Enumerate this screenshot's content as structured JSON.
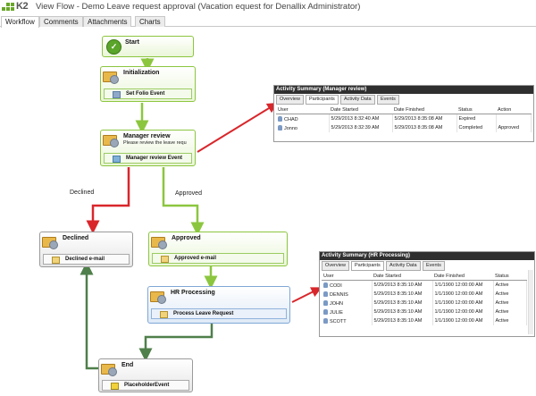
{
  "window": {
    "logo_text": "K2",
    "title": "View Flow - Demo Leave request approval (Vacation equest for Denallix Administrator)"
  },
  "tabs": [
    {
      "label": "Workflow",
      "active": true
    },
    {
      "label": "Comments",
      "active": false
    },
    {
      "label": "Attachments",
      "active": false
    },
    {
      "label": "Charts",
      "active": false
    }
  ],
  "nodes": {
    "start": {
      "title": "Start"
    },
    "initialization": {
      "title": "Initialization",
      "event": "Set Folio Event"
    },
    "manager_review": {
      "title": "Manager review",
      "subtitle": "Please review the leave requ",
      "event": "Manager review Event"
    },
    "declined": {
      "title": "Declined",
      "event": "Declined e-mail"
    },
    "approved": {
      "title": "Approved",
      "event": "Approved e-mail"
    },
    "hr_processing": {
      "title": "HR Processing",
      "event": "Process Leave Request"
    },
    "end": {
      "title": "End",
      "event": "PlaceholderEvent"
    }
  },
  "line_labels": {
    "declined": "Declined",
    "approved": "Approved"
  },
  "colors": {
    "green_line": "#8cc63f",
    "red_line": "#d9262b",
    "dark_green_line": "#4f7f4a",
    "header_bar": "#2f2f2f"
  },
  "manager_panel": {
    "title": "Activity Summary (Manager review)",
    "tabs": [
      {
        "label": "Overview",
        "active": false
      },
      {
        "label": "Participants",
        "active": true
      },
      {
        "label": "Activity Data",
        "active": false
      },
      {
        "label": "Events",
        "active": false
      }
    ],
    "columns": [
      "User",
      "Date Started",
      "Date Finished",
      "Status",
      "Action"
    ],
    "rows": [
      [
        "CHAD",
        "5/29/2013 8:32:40 AM",
        "5/29/2013 8:35:08 AM",
        "Expired",
        ""
      ],
      [
        "Jonno",
        "5/29/2013 8:32:39 AM",
        "5/29/2013 8:35:08 AM",
        "Completed",
        "Approved"
      ]
    ]
  },
  "hr_panel": {
    "title": "Activity Summary (HR Processing)",
    "tabs": [
      {
        "label": "Overview",
        "active": false
      },
      {
        "label": "Participants",
        "active": true
      },
      {
        "label": "Activity Data",
        "active": false
      },
      {
        "label": "Events",
        "active": false
      }
    ],
    "columns": [
      "User",
      "Date Started",
      "Date Finished",
      "Status"
    ],
    "rows": [
      [
        "CODI",
        "5/29/2013 8:35:10 AM",
        "1/1/1900 12:00:00 AM",
        "Active"
      ],
      [
        "DENNIS",
        "5/29/2013 8:35:10 AM",
        "1/1/1900 12:00:00 AM",
        "Active"
      ],
      [
        "JOHN",
        "5/29/2013 8:35:10 AM",
        "1/1/1900 12:00:00 AM",
        "Active"
      ],
      [
        "JULIE",
        "5/29/2013 8:35:10 AM",
        "1/1/1900 12:00:00 AM",
        "Active"
      ],
      [
        "SCOTT",
        "5/29/2013 8:35:10 AM",
        "1/1/1900 12:00:00 AM",
        "Active"
      ]
    ]
  }
}
